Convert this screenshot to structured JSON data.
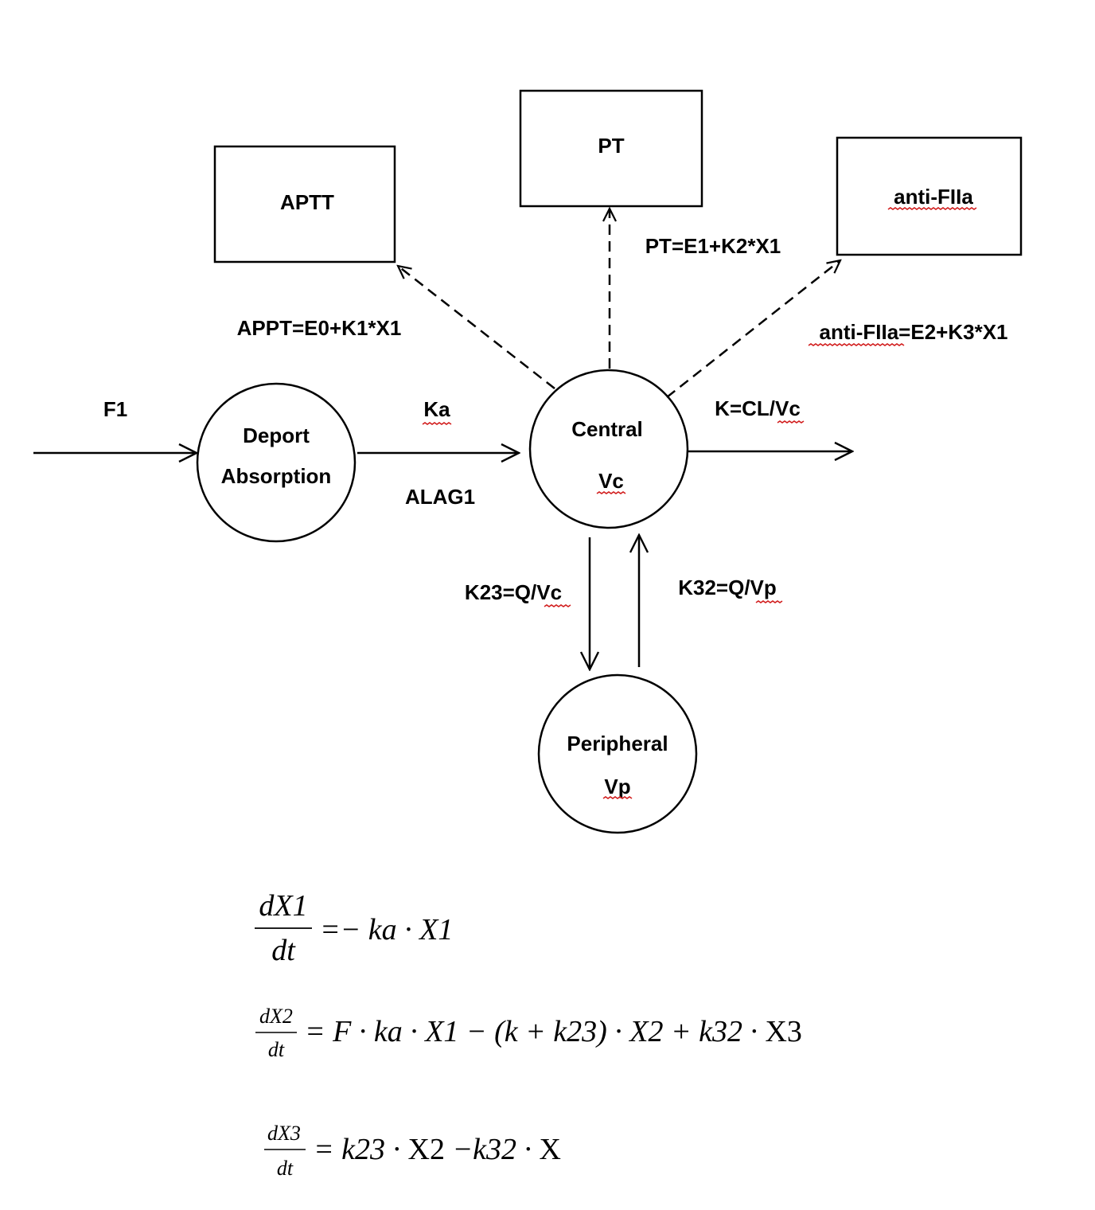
{
  "boxes": {
    "aptt": "APTT",
    "pt": "PT",
    "anti_fiia": "anti-FIIa"
  },
  "compartments": {
    "depot": {
      "line1": "Deport",
      "line2": "Absorption"
    },
    "central": {
      "line1": "Central",
      "line2": "Vc"
    },
    "peripheral": {
      "line1": "Peripheral",
      "line2": "Vp"
    }
  },
  "edge_labels": {
    "f1": "F1",
    "ka": "Ka",
    "alag1": "ALAG1",
    "elimination": "K=CL/Vc",
    "k23": "K23=Q/Vc",
    "k32": "K32=Q/Vp",
    "aptt_eq": "APPT=E0+K1*X1",
    "pt_eq": "PT=E1+K2*X1",
    "antifiia_eq": "anti-FIIa=E2+K3*X1"
  },
  "equations": {
    "eq1": {
      "num": "dX1",
      "den": "dt",
      "rhs": "=− ka · X1"
    },
    "eq2": {
      "num": "dX2",
      "den": "dt",
      "rhs_italic": "= F · ka · X1 − (k + k23) · X2 + k32 ·",
      "rhs_upright": "X3"
    },
    "eq3": {
      "num": "dX3",
      "den": "dt",
      "rhs_a": "= k23 ·",
      "rhs_b": "X2",
      "rhs_c": "−k32 ·",
      "rhs_d": "X"
    }
  }
}
